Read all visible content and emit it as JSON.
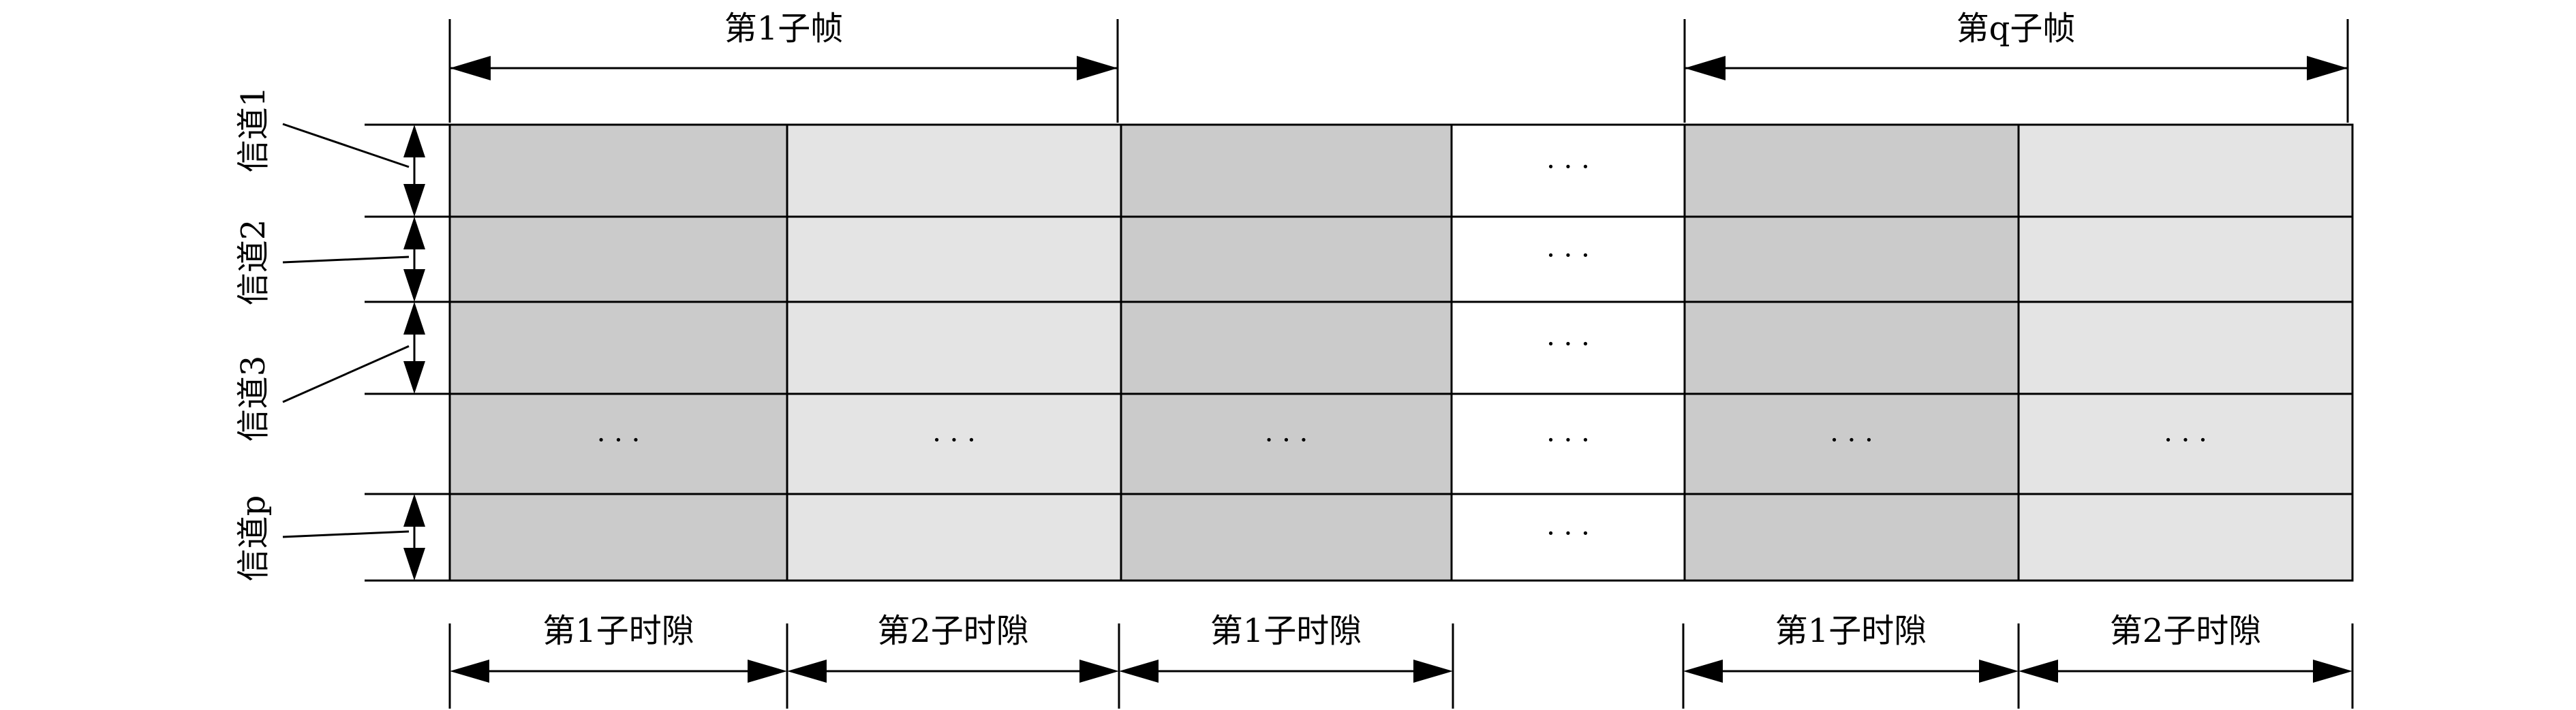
{
  "colors": {
    "dark_cell": "#cbcbcb",
    "light_cell": "#e4e4e4",
    "empty_cell": "#ffffff",
    "line": "#000000"
  },
  "subframes": [
    {
      "label": "第1子帧"
    },
    {
      "label": "第q子帧"
    }
  ],
  "channels": [
    {
      "label": "信道1"
    },
    {
      "label": "信道2"
    },
    {
      "label": "信道3"
    },
    {
      "label": "信道p"
    }
  ],
  "timeslots": [
    {
      "label": "第1子时隙"
    },
    {
      "label": "第2子时隙"
    },
    {
      "label": "第1子时隙"
    },
    {
      "label": "第1子时隙"
    },
    {
      "label": "第2子时隙"
    }
  ],
  "grid": {
    "ellipsis": "· · ·",
    "columns": [
      "dark",
      "light",
      "dark",
      "empty",
      "dark",
      "light"
    ],
    "rows": [
      "channel",
      "channel",
      "channel",
      "gap",
      "channel"
    ]
  }
}
